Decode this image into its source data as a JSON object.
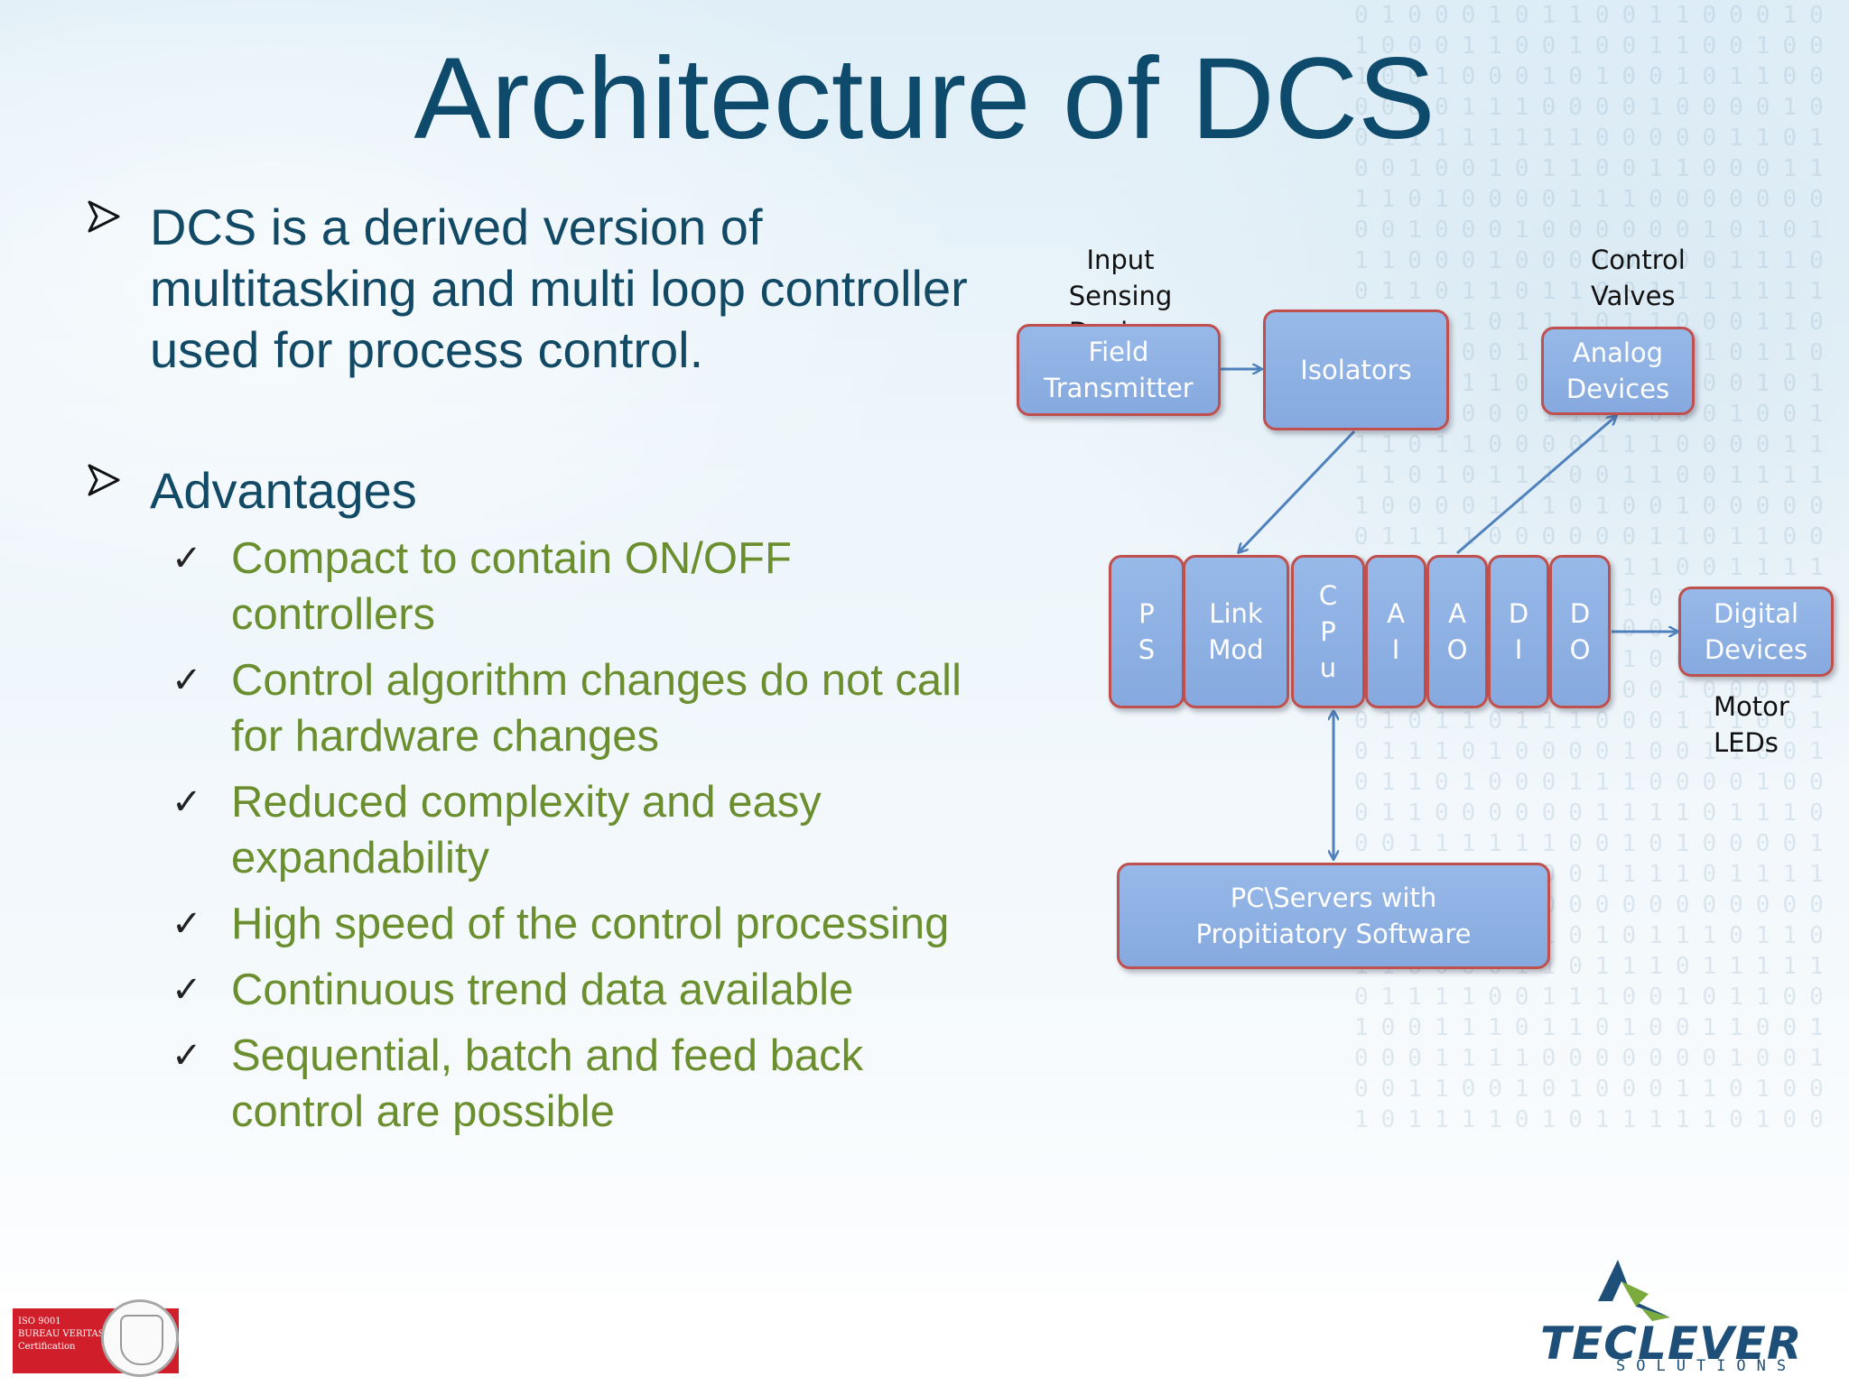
{
  "slide": {
    "title": "Architecture of DCS",
    "intro_bullet": "DCS is a derived version of\nmultitasking and multi loop controller\nused for process control.",
    "advantages_heading": "Advantages",
    "advantages": [
      "Compact to contain ON/OFF\ncontrollers",
      "Control algorithm changes do not call\nfor hardware changes",
      "Reduced complexity and easy\nexpandability",
      "High speed of the control processing",
      "Continuous trend data available",
      "Sequential, batch and feed back\ncontrol are possible"
    ],
    "bullet_icon": "arrowhead-bullet-icon",
    "check_icon": "checkmark-icon",
    "check_glyph": "✓"
  },
  "diagram": {
    "labels": {
      "input_sensing": "Input Sensing\nDevices",
      "control_valves": "Control\nValves",
      "motor_leds": "Motor\nLEDs"
    },
    "boxes": {
      "field_transmitter": "Field\nTransmitter",
      "isolators": "Isolators",
      "analog_devices": "Analog\nDevices",
      "ps": "P\nS",
      "link_mod": "Link\nMod",
      "cpu": "C\nP\nu",
      "ai": "A\nI",
      "ao": "A\nO",
      "di": "D\nI",
      "do": "D\nO",
      "digital_devices": "Digital\nDevices",
      "pc_servers": "PC\\Servers with\nPropitiatory Software"
    },
    "colors": {
      "box_fill": "#8fb2e4",
      "box_border": "#c0504d",
      "arrow": "#4f81bd"
    }
  },
  "footer": {
    "cert_text": "ISO 9001\nBUREAU VERITAS\nCertification",
    "logo_word": "TECLEVER",
    "logo_sub": "SOLUTIONS",
    "colors": {
      "title": "#0d4a6b",
      "bullet_text": "#124a66",
      "advantages_text": "#6b8f2e",
      "logo": "#1e4f78",
      "cert": "#d01f2a"
    }
  }
}
